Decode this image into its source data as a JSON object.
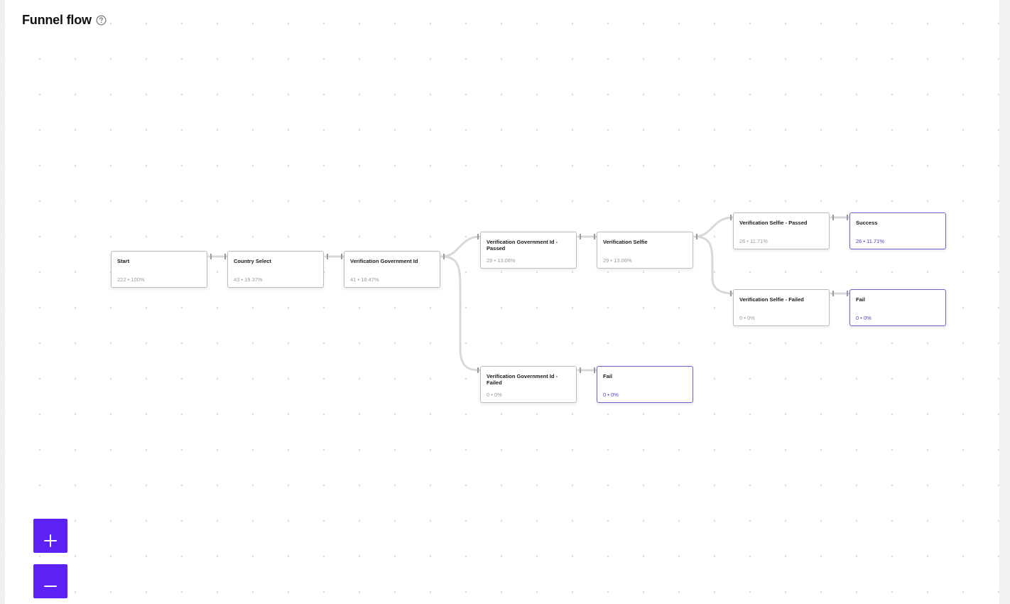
{
  "header": {
    "title": "Funnel flow",
    "help_icon": "question-circle-icon"
  },
  "nodes": [
    {
      "id": "start",
      "label": "Start",
      "stats": "222 • 100%",
      "terminal": false
    },
    {
      "id": "country-select",
      "label": "Country Select",
      "stats": "43 • 19.37%",
      "terminal": false
    },
    {
      "id": "verification-government-id",
      "label": "Verification Government Id",
      "stats": "41 • 18.47%",
      "terminal": false
    },
    {
      "id": "verification-government-id-passed",
      "label": "Verification Government Id - Passed",
      "stats": "29 • 13.06%",
      "terminal": false
    },
    {
      "id": "verification-selfie",
      "label": "Verification Selfie",
      "stats": "29 • 13.06%",
      "terminal": false
    },
    {
      "id": "verification-selfie-passed",
      "label": "Verification Selfie - Passed",
      "stats": "26 • 11.71%",
      "terminal": false
    },
    {
      "id": "success",
      "label": "Success",
      "stats": "26 • 11.71%",
      "terminal": true
    },
    {
      "id": "verification-selfie-failed",
      "label": "Verification Selfie - Failed",
      "stats": "0 • 0%",
      "terminal": false
    },
    {
      "id": "fail-selfie",
      "label": "Fail",
      "stats": "0 • 0%",
      "terminal": true
    },
    {
      "id": "verification-government-id-failed",
      "label": "Verification Government Id - Failed",
      "stats": "0 • 0%",
      "terminal": false
    },
    {
      "id": "fail-government-id",
      "label": "Fail",
      "stats": "0 • 0%",
      "terminal": true
    }
  ],
  "controls": {
    "zoom_in_icon": "plus-icon",
    "zoom_out_icon": "minus-icon"
  },
  "colors": {
    "accent": "#5b21f5",
    "terminal_border": "#6d5fc9",
    "terminal_text": "#4d3fc0",
    "edge": "#d8d8dc"
  }
}
